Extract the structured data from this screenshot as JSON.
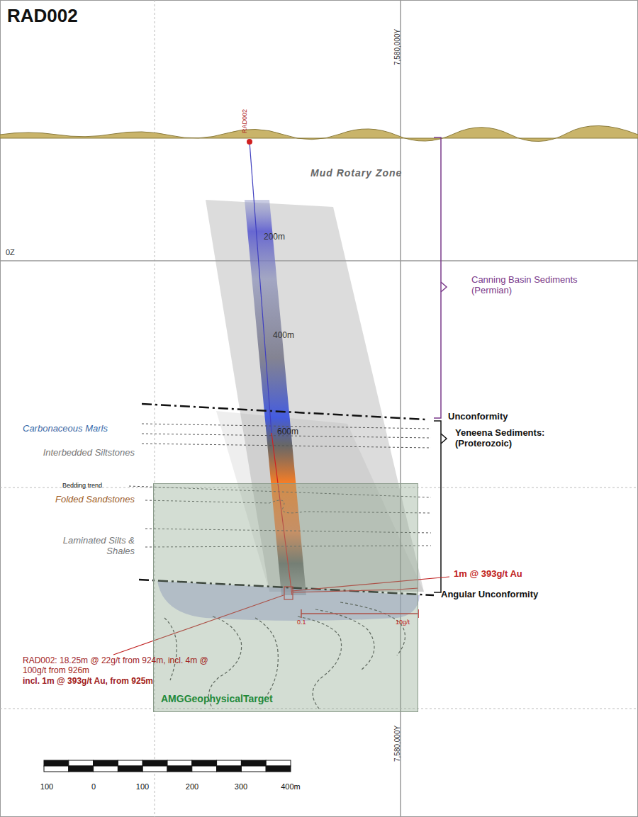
{
  "diagram": {
    "title": "RAD002",
    "nodes": [
      {
        "text": [
          "AMGGeophysicalTarget"
        ]
      }
    ],
    "labels": [
      "7,580,000Y",
      "RAD002",
      "Mud Rotary Zone",
      "0Z",
      "200m",
      "400m",
      "Canning Basin Sediments (Permian)",
      "Unconformity",
      "Carbonaceous Marls",
      "600m",
      "Yeneena Sediments: (Proterozoic)",
      "Interbedded Siltstones",
      "Bedding trend",
      "Folded Sandstones",
      "Laminated Silts & Shales",
      "1m @ 393g/t Au",
      "Angular Unconformity",
      "0.1",
      "10g/t",
      "RAD002: 18.25m @ 22g/t from 924m, incl. 4m @ 100g/t from 926m",
      "incl. 1m @ 393g/t Au, from 925m",
      "7,580,000Y",
      "100",
      "0",
      "100",
      "200",
      "300",
      "400m"
    ]
  }
}
